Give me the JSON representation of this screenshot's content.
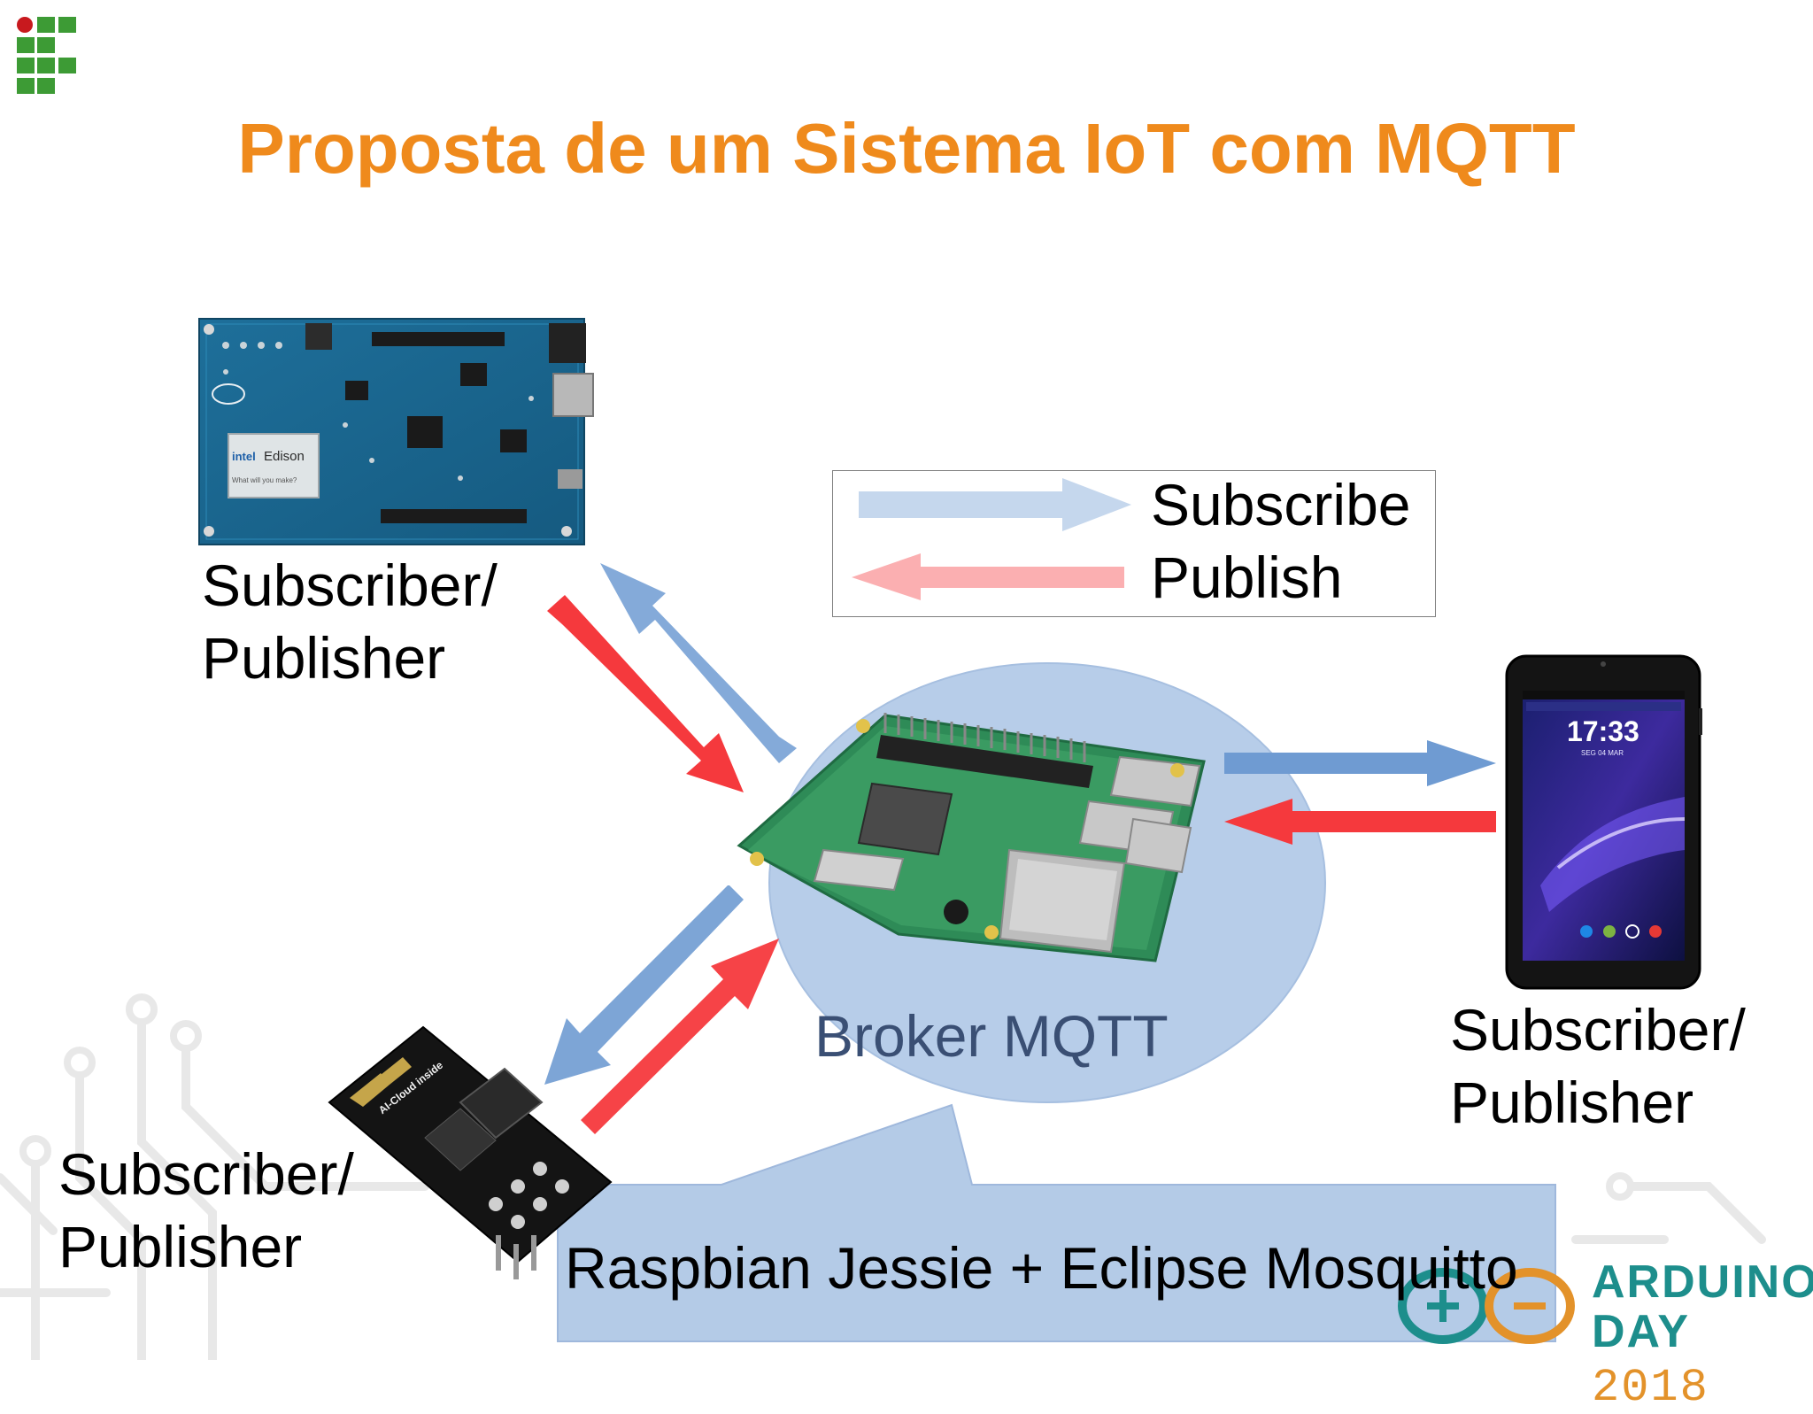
{
  "slide": {
    "title": "Proposta de um Sistema IoT com MQTT"
  },
  "legend": {
    "subscribe_label": "Subscribe",
    "publish_label": "Publish",
    "subscribe_color": "#6f9bd2",
    "publish_color": "#f5393d"
  },
  "nodes": {
    "edison": {
      "label_line1": "Subscriber/",
      "label_line2": "Publisher"
    },
    "tablet": {
      "label_line1": "Subscriber/",
      "label_line2": "Publisher"
    },
    "esp8266": {
      "label_line1": "Subscriber/",
      "label_line2": "Publisher"
    },
    "broker": {
      "label": "Broker MQTT"
    }
  },
  "callout": {
    "text": "Raspbian Jessie + Eclipse Mosquitto"
  },
  "tablet_screen": {
    "time": "17:33",
    "date": "SEG 04 MAR"
  },
  "edison_board": {
    "brand": "intel",
    "module": "Edison",
    "tagline": "What will you make?"
  },
  "esp_module": {
    "text": "AI-Cloud inside"
  },
  "branding": {
    "line1": "ARDUINO",
    "line2_a": "DAY",
    "line2_b": "2018"
  },
  "colors": {
    "title": "#ef8a1c",
    "broker_fill": "#b7cde9",
    "callout_fill": "#b4cbe7",
    "if_green": "#3d9b35",
    "if_red": "#c8191e"
  }
}
